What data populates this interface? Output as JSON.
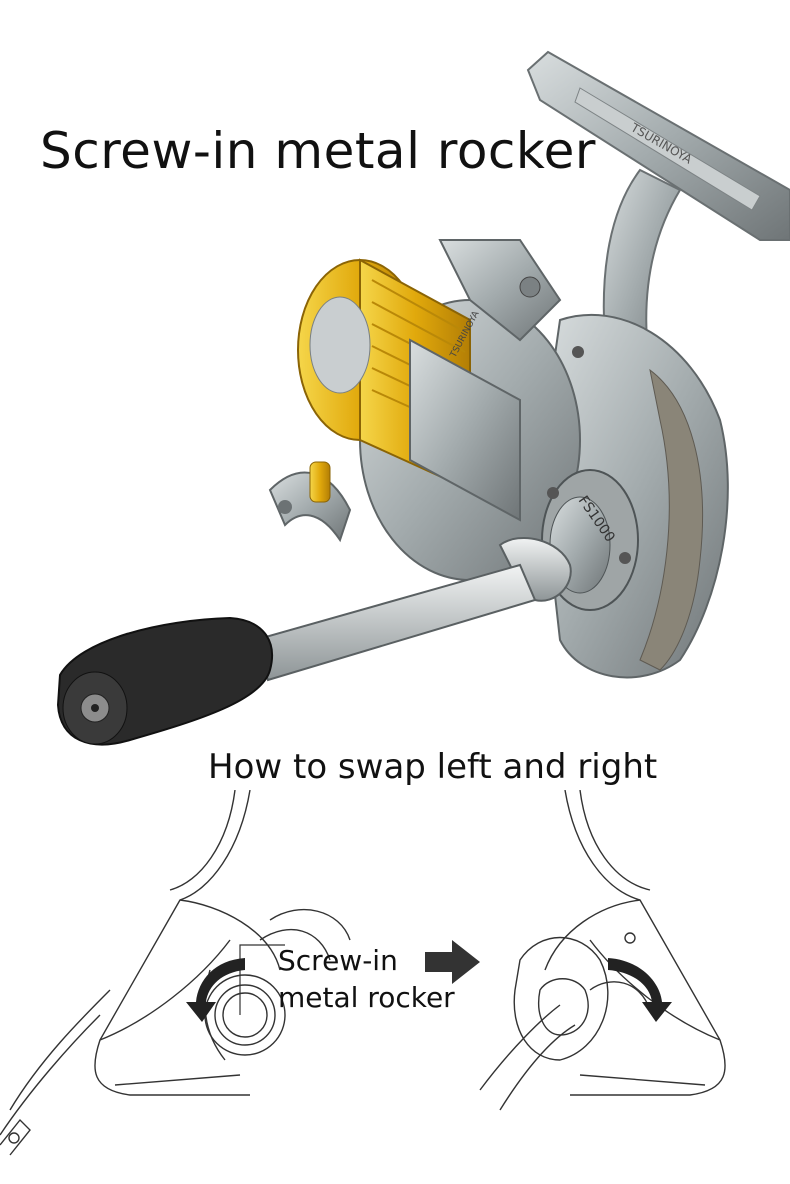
{
  "headline": "Screw-in metal rocker",
  "subheadline": "How to swap left and right",
  "callout": {
    "line1": "Screw-in",
    "line2": "metal rocker"
  },
  "reel": {
    "spool_brand_text": "TSURINOYA",
    "model_text": "FS1000",
    "stand_text": "TSURINOYA",
    "colors": {
      "spool_gold": "#e7b512",
      "body_silver": "#a9b1b2",
      "handle_knob": "#2a2a2a"
    }
  },
  "icons": {
    "arrow_between_diagrams": "right-arrow-icon",
    "rotation_left": "counterclockwise-arrow-icon",
    "rotation_right": "clockwise-arrow-icon"
  }
}
